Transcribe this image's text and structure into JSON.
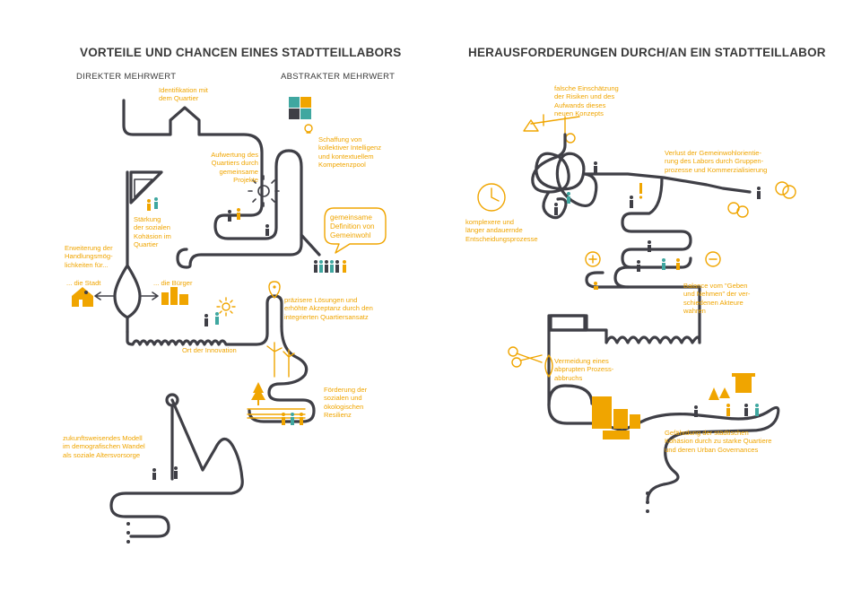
{
  "colors": {
    "line": "#3f3f46",
    "accent": "#f0a500",
    "text": "#3a3a3a"
  },
  "left": {
    "title": "VORTEILE UND CHANCEN EINES STADTTEILLABORS",
    "col_direct": "DIREKTER MEHRWERT",
    "col_abstract": "ABSTRAKTER MEHRWERT",
    "labels": {
      "identifikation": "Identifikation mit\ndem Quartier",
      "aufwertung": "Aufwertung des\nQuartiers durch\ngemeinsame\nProjekte",
      "schaffung": "Schaffung von\nkollektiver Intelligenz\nund kontextuellem\nKompetenzpool",
      "staerkung": "Stärkung\nder sozialen\nKohäsion im\nQuartier",
      "gemeinwohl": "gemeinsame\nDefinition von\nGemeinwohl",
      "erweiterung": "Erweiterung der\nHandlungsmög-\nlichkeiten für...",
      "stadt": "... die Stadt",
      "buerger": "... die Bürger",
      "praezisere": "präzisere Lösungen und\nerhöhte Akzeptanz durch den\nintegrierten Quartiersansatz",
      "innovation": "Ort der Innovation",
      "resilienz": "Förderung der\nsozialen und\nökologischen\nResilienz",
      "modell": "zukunftsweisendes Modell\nim demografischen Wandel\nals soziale Altersvorsorge"
    }
  },
  "right": {
    "title": "HERAUSFORDERUNGEN DURCH/AN EIN STADTTEILLABOR",
    "labels": {
      "falsche": "falsche Einschätzung\nder Risiken und des\nAufwands dieses\nneuen Konzepts",
      "verlust": "Verlust der Gemeinwohlorientie-\nrung des Labors durch Gruppen-\nprozesse und Kommerzialisierung",
      "komplexere": "komplexere und\nlänger andauernde\nEntscheidungsprozesse",
      "balance": "Balance vom \"Geben\nund Nehmen\" der ver-\nschiedenen Akteure\nwahren",
      "vermeidung": "Vermeidung eines\nabprupten Prozess-\nabbruchs",
      "gefaehrdung": "Gefährdung der städtischen\nKohäsion durch zu starke Quartiere\nund deren Urban Governances"
    }
  },
  "icons": [
    "house-icon",
    "sun-icon",
    "puzzle-icon",
    "lightbulb-icon",
    "ruler-triangle-icon",
    "speech-bubble-icon",
    "pin-icon",
    "gear-icon",
    "wind-turbine-icon",
    "tree-icon",
    "clock-icon",
    "scale-icon",
    "plus-icon",
    "minus-icon",
    "coin-icon",
    "scissors-icon",
    "building-icon",
    "people-icon",
    "exclamation-icon"
  ]
}
